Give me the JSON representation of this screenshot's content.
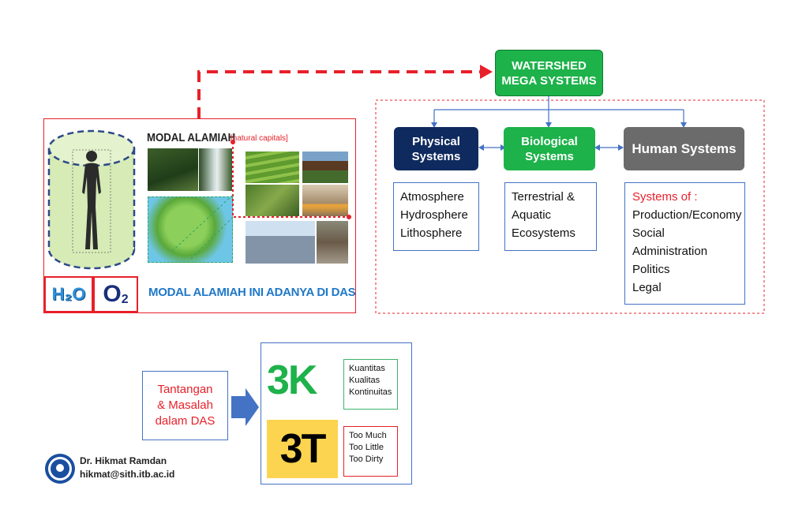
{
  "watershed": {
    "line1": "WATERSHED",
    "line2": "MEGA SYSTEMS"
  },
  "natural_capital": {
    "title": "MODAL ALAMIAH",
    "subtitle": "[natural capitals]",
    "footer": "MODAL ALAMIAH INI ADANYA DI DAS",
    "h2o": "H₂O",
    "o2_letter": "O",
    "o2_sub": "2"
  },
  "systems": [
    {
      "line1": "Physical",
      "line2": "Systems",
      "color": "#0f2a5e",
      "items": [
        "Atmosphere",
        "Hydrosphere",
        "Lithosphere"
      ]
    },
    {
      "line1": "Biological",
      "line2": "Systems",
      "color": "#1db24a",
      "items": [
        "Terrestrial &",
        "Aquatic",
        "Ecosystems"
      ]
    },
    {
      "line1": "Human Systems",
      "line2": "",
      "color": "#6b6b6b",
      "heading": "Systems of :",
      "items": [
        "Production/Economy",
        "Social",
        "Administration",
        "Politics",
        "Legal"
      ]
    }
  ],
  "challenge": {
    "line1": "Tantangan",
    "line2": "& Masalah",
    "line3": "dalam DAS"
  },
  "k3": {
    "label": "3K",
    "items": [
      "Kuantitas",
      "Kualitas",
      "Kontinuitas"
    ],
    "color": "#1db24a"
  },
  "t3": {
    "label": "3T",
    "items": [
      "Too Much",
      "Too Little",
      "Too Dirty"
    ],
    "bg": "#fcd44f"
  },
  "author": {
    "name": "Dr. Hikmat Ramdan",
    "email": "hikmat@sith.itb.ac.id"
  },
  "colors": {
    "accent_red": "#e8202a",
    "blue_text": "#1f78c8",
    "arrow_blue": "#4472c4"
  }
}
